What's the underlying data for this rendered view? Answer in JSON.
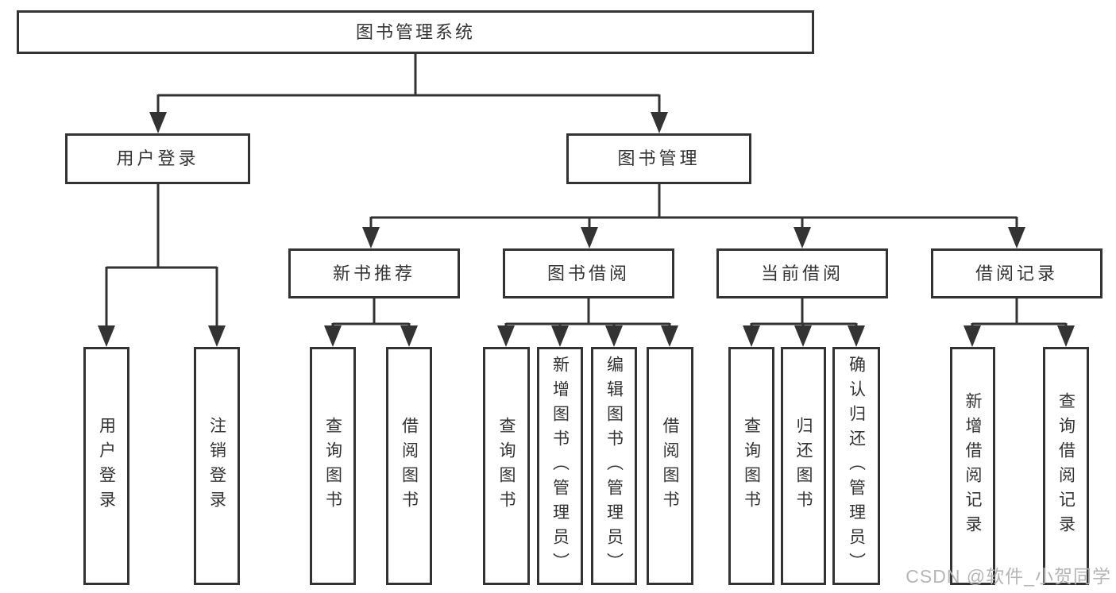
{
  "colors": {
    "line": "#333333",
    "box_border": "#333333",
    "text": "#333333",
    "background": "#ffffff",
    "watermark": "#b5b5b5"
  },
  "watermark": {
    "text": "CSDN @软件_小贺同学"
  },
  "tree": {
    "root": {
      "label": "图书管理系统"
    },
    "branches": [
      {
        "label": "用户登录",
        "children": [
          {
            "label": "用户登录"
          },
          {
            "label": "注销登录"
          }
        ]
      },
      {
        "label": "图书管理",
        "children": [
          {
            "label": "新书推荐",
            "children": [
              {
                "label": "查询图书"
              },
              {
                "label": "借阅图书"
              }
            ]
          },
          {
            "label": "图书借阅",
            "children": [
              {
                "label": "查询图书"
              },
              {
                "label": "新增图书（管理员）"
              },
              {
                "label": "编辑图书（管理员）"
              },
              {
                "label": "借阅图书"
              }
            ]
          },
          {
            "label": "当前借阅",
            "children": [
              {
                "label": "查询图书"
              },
              {
                "label": "归还图书"
              },
              {
                "label": "确认归还（管理员）"
              }
            ]
          },
          {
            "label": "借阅记录",
            "children": [
              {
                "label": "新增借阅记录"
              },
              {
                "label": "查询借阅记录"
              }
            ]
          }
        ]
      }
    ]
  }
}
